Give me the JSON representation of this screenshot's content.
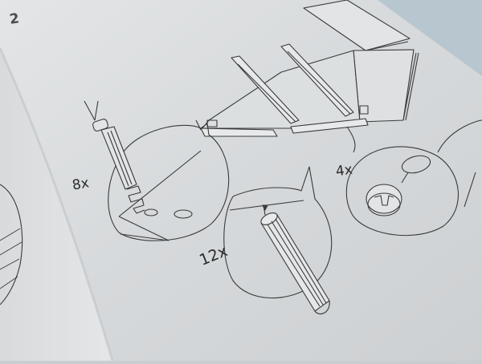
{
  "photo": {
    "subject": "Furniture assembly instruction page",
    "step": {
      "number": "2"
    },
    "callouts": [
      {
        "id": "cam-bolt",
        "quantity": "8x",
        "part": "cam lock screw"
      },
      {
        "id": "wood-dowel",
        "quantity": "12x",
        "part": "wooden dowel"
      },
      {
        "id": "cam-lock",
        "quantity": "4x",
        "part": "cam lock nut"
      }
    ],
    "colors": {
      "paper": "#dcdfe1",
      "paper_shadow": "#c2c6c9",
      "ink": "#3a3a3a",
      "background_cloth": "#b9c8d2"
    }
  }
}
